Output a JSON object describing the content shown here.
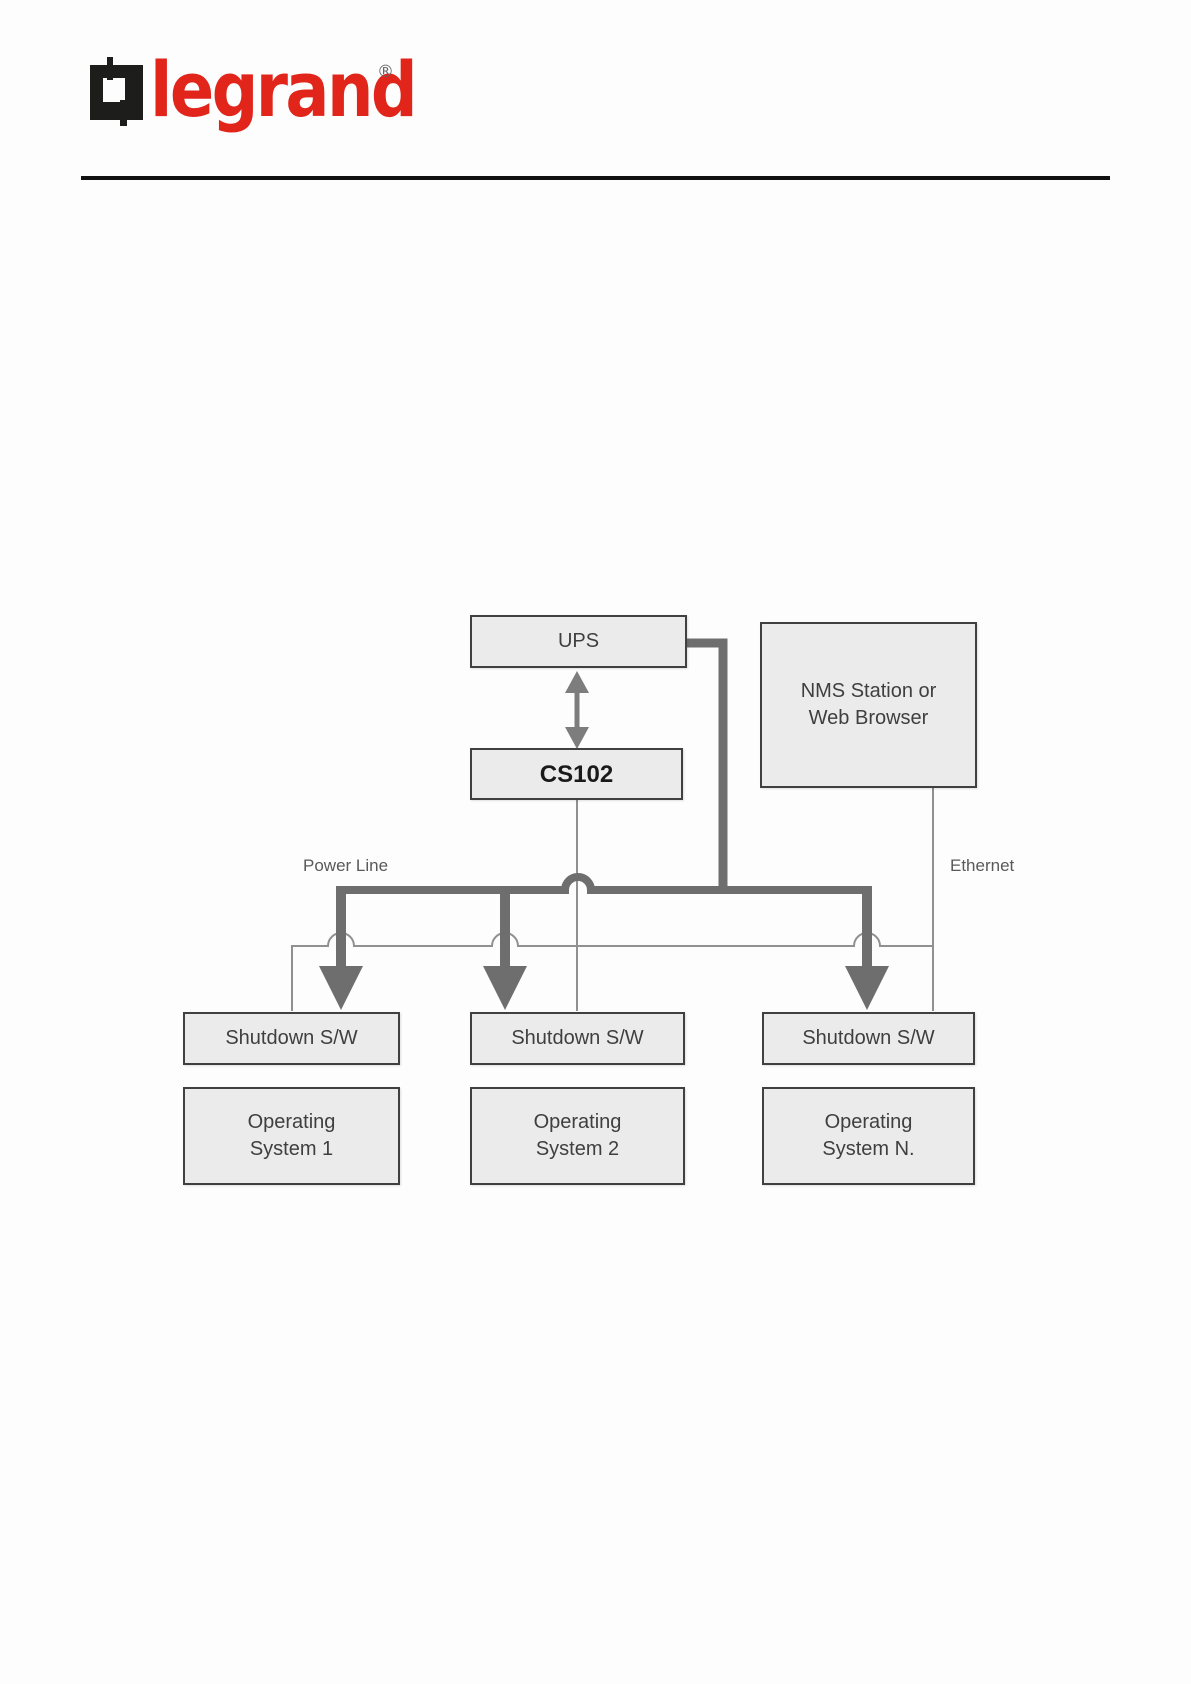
{
  "brand": {
    "wordmark": "legrand",
    "registered": "®"
  },
  "diagram": {
    "nodes": {
      "ups": {
        "label": "UPS"
      },
      "cs102": {
        "label": "CS102"
      },
      "nms": {
        "line1": "NMS Station or",
        "line2": "Web Browser"
      },
      "shutdown1": {
        "label": "Shutdown S/W"
      },
      "shutdown2": {
        "label": "Shutdown S/W"
      },
      "shutdown3": {
        "label": "Shutdown S/W"
      },
      "os1": {
        "line1": "Operating",
        "line2": "System 1"
      },
      "os2": {
        "line1": "Operating",
        "line2": "System 2"
      },
      "os3": {
        "line1": "Operating",
        "line2": "System N."
      }
    },
    "edge_labels": {
      "power_line": "Power Line",
      "ethernet": "Ethernet"
    },
    "colors": {
      "brand_red": "#e1251b",
      "mark_black": "#1d1d1b",
      "rule": "#111111",
      "box_fill": "#ebebeb",
      "box_border": "#404040",
      "thick_line": "#6e6e6e",
      "thin_line": "#909090",
      "node_text": "#3f3f3f"
    }
  }
}
